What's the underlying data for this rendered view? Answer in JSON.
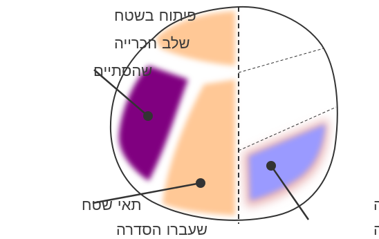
{
  "labels": {
    "top_right": {
      "line1": "פיתוח בשטח",
      "line2": "שלב הכרייה",
      "line3": "שהסתיים"
    },
    "bottom_left": {
      "line1": "תאי שטח",
      "line2": "שעברו הסדרה"
    },
    "bottom_right": {
      "line1": "כרייה",
      "line2": "פעילה"
    }
  },
  "colors": {
    "outline": "#333333",
    "restored_area": "#ffc896",
    "completed_mining": "#800080",
    "active_mining": "#9a9aff",
    "active_mining_halo": "#e9b3b3",
    "text": "#3a3a3a"
  }
}
